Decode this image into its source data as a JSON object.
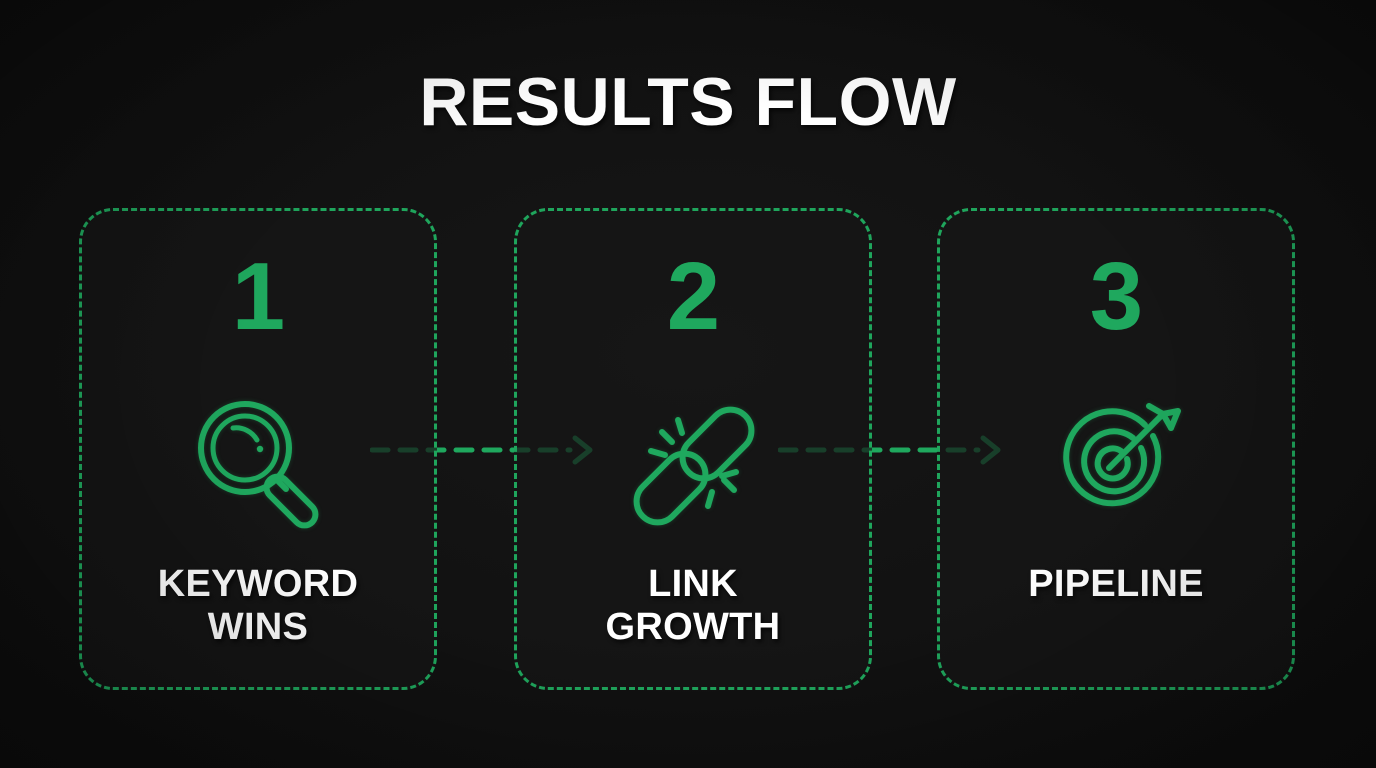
{
  "page": {
    "title": "RESULTS FLOW",
    "background_color": "#111111",
    "accent_color": "#1fa85e",
    "border_color": "#1fa55c",
    "text_color": "#ffffff"
  },
  "steps": [
    {
      "number": "1",
      "icon": "magnifier-icon",
      "label": "KEYWORD\nWINS",
      "label_lines": 2
    },
    {
      "number": "2",
      "icon": "chain-link-icon",
      "label": "LINK\nGROWTH",
      "label_lines": 2
    },
    {
      "number": "3",
      "icon": "target-arrow-icon",
      "label": "PIPELINE",
      "label_lines": 1
    }
  ],
  "connectors": [
    {
      "name": "connector-1-to-2",
      "style": "dashed-arrow-right"
    },
    {
      "name": "connector-2-to-3",
      "style": "dashed-arrow-right"
    }
  ]
}
